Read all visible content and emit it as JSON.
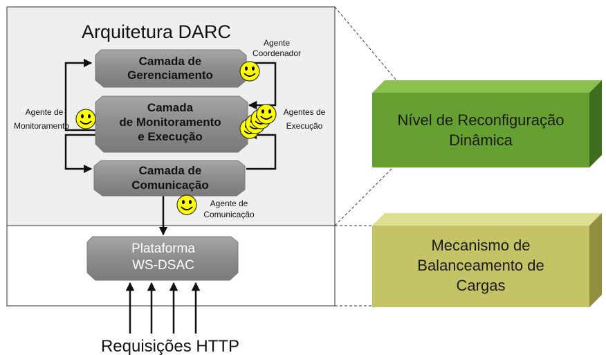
{
  "title": "Arquitetura DARC",
  "layers": {
    "gerenciamento": [
      "Camada de",
      "Gerenciamento"
    ],
    "monitoramento": [
      "Camada",
      "de Monitoramento",
      "e Execução"
    ],
    "comunicacao": [
      "Camada de",
      "Comunicação"
    ],
    "plataforma": [
      "Plataforma",
      "WS-DSAC"
    ]
  },
  "agents": {
    "coordenador": [
      "Agente",
      "Coordenador"
    ],
    "monitoramento": [
      "Agente de",
      "Monitoramento"
    ],
    "execucao": [
      "Agentes de",
      "Execução"
    ],
    "comunicacao": [
      "Agente de",
      "Comunicação"
    ]
  },
  "levels": {
    "reconfiguracao": [
      "Nível de Reconfiguração",
      "Dinâmica"
    ],
    "balanceamento": [
      "Mecanismo de",
      "Balanceamento de",
      "Cargas"
    ]
  },
  "requests_label": "Requisições HTTP",
  "colors": {
    "panel_fill": "#efeff0",
    "layer_fill": "#8e8e8e",
    "level_green": "#66a030",
    "level_olive": "#c4c467",
    "smiley": "#ffff00"
  },
  "icons": [
    "smiley-icon"
  ]
}
